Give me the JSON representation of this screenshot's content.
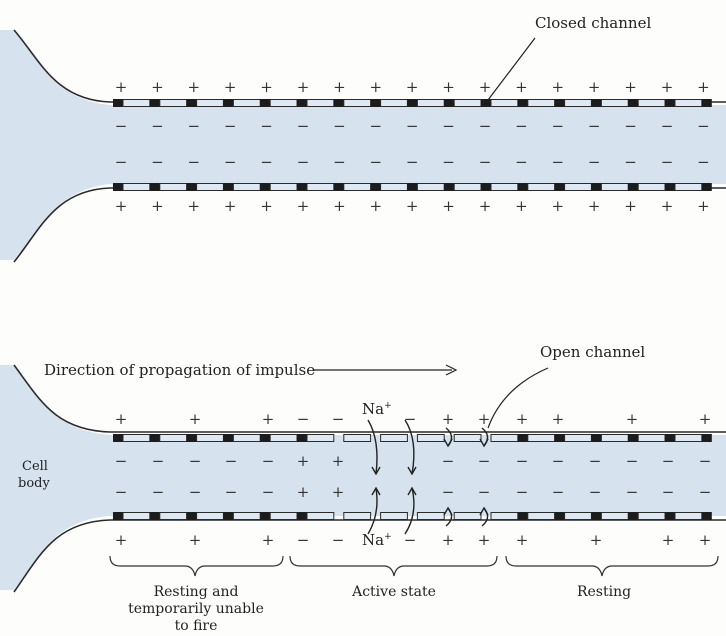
{
  "top_panel": {
    "closed_channel_label": "Closed channel",
    "outer_charge": "+",
    "inner_charge": "−"
  },
  "bottom_panel": {
    "direction_label": "Direction of propagation of impulse",
    "open_channel_label": "Open channel",
    "cell_body_label_line1": "Cell",
    "cell_body_label_line2": "body",
    "sodium_label": "Na",
    "sodium_superscript": "+",
    "regions": [
      {
        "lines": [
          "Resting and",
          "temporarily unable",
          "to fire"
        ]
      },
      {
        "lines": [
          "Active state"
        ]
      },
      {
        "lines": [
          "Resting"
        ]
      }
    ]
  },
  "colors": {
    "axon_fill": "#d6e3ef",
    "membrane_outline": "#2a2a2a",
    "channel_block": "#1c1c1c",
    "membrane_segment": "#dfe9f3"
  }
}
